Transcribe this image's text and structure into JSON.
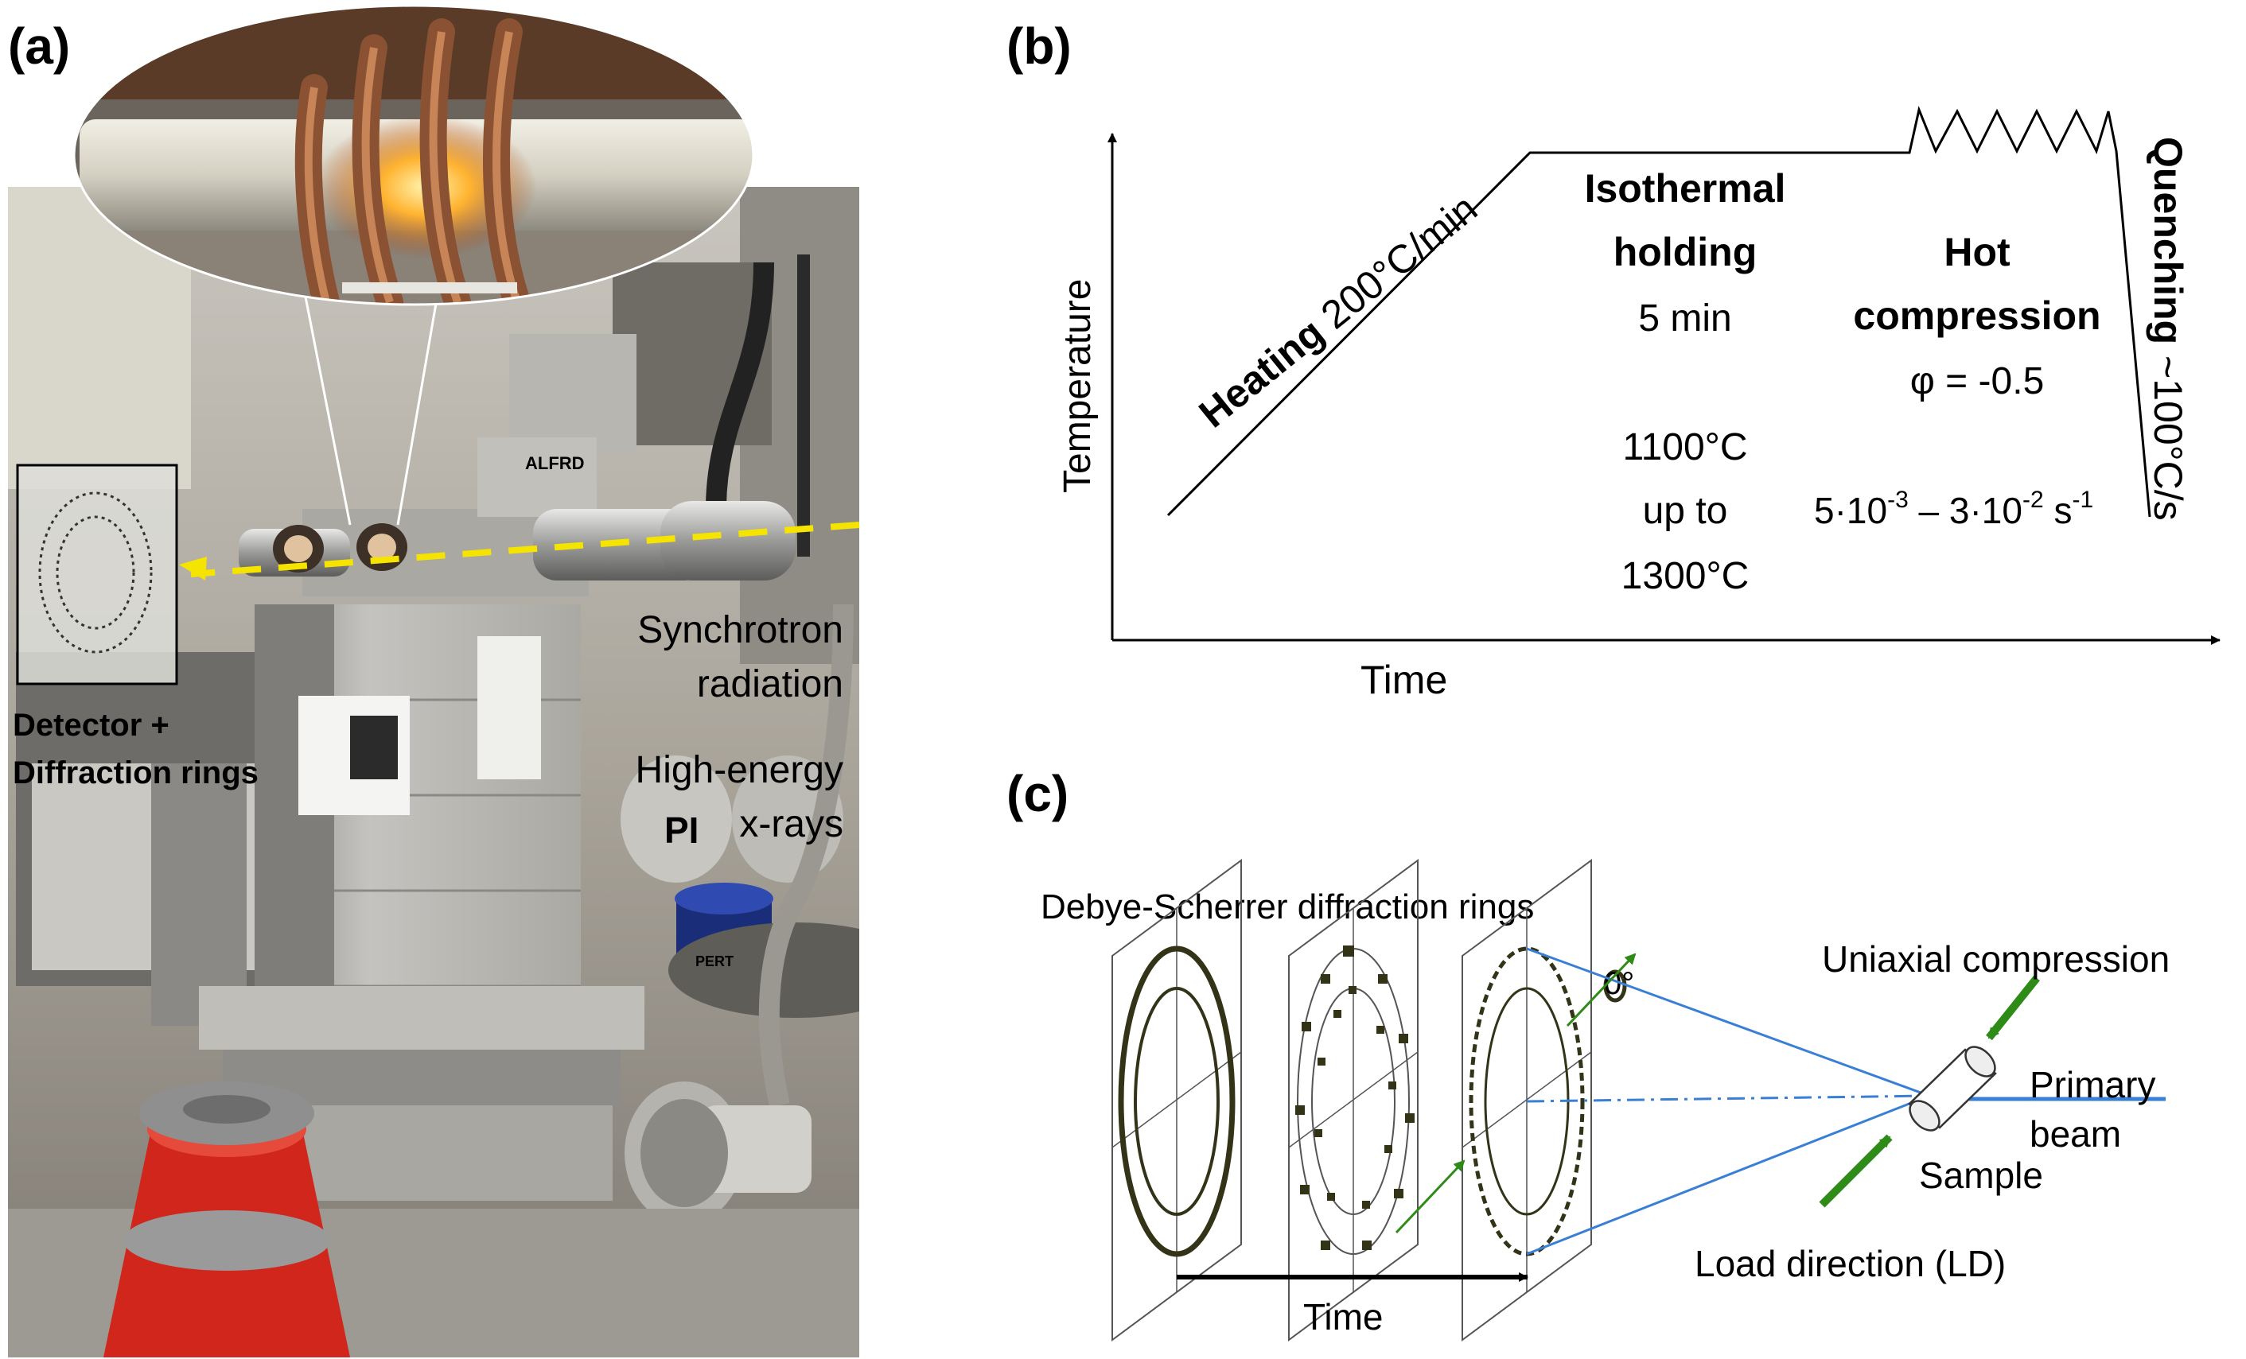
{
  "panel_a": {
    "label": "(a)",
    "detector_line1": "Detector +",
    "detector_line2": "Diffraction rings",
    "synchrotron_line1": "Synchrotron",
    "synchrotron_line2": "radiation",
    "xrays_line1": "High-energy",
    "xrays_line2": "x-rays",
    "furnace_logo": "ALFRD",
    "vessel_logo": "PI",
    "bucket_sticker": "PERT",
    "colors": {
      "beam": "#f5e400",
      "label_yellow": "#f3ea1a",
      "label_white": "#ffffff",
      "stool": "#d0261b"
    }
  },
  "panel_b": {
    "label": "(b)",
    "y_axis": "Temperature",
    "x_axis": "Time",
    "heating_bold": "Heating",
    "heating_rate": " 200°C/min",
    "iso_line1": "Isothermal",
    "iso_line2": "holding",
    "iso_time": "5 min",
    "iso_temp1": "1100°C",
    "iso_temp2": "up to",
    "iso_temp3": "1300°C",
    "hot_line1": "Hot",
    "hot_line2": "compression",
    "strain": "φ = -0.5",
    "rate_a": "5·10",
    "rate_a_exp": "-3",
    "rate_mid": " – 3·10",
    "rate_b_exp": "-2",
    "rate_unit": " s",
    "rate_unit_exp": "-1",
    "quench_bold": "Quenching",
    "quench_rate": "  ~100°C/s"
  },
  "panel_c": {
    "label": "(c)",
    "rings_title": "Debye-Scherrer diffraction rings",
    "compression": "Uniaxial compression",
    "primary1": "Primary",
    "primary2": "beam",
    "sample": "Sample",
    "load": "Load direction (LD)",
    "angle": "0°",
    "time": "Time",
    "colors": {
      "beam": "#3a7fd6",
      "load": "#2e8b17",
      "ring": "#333318"
    }
  }
}
